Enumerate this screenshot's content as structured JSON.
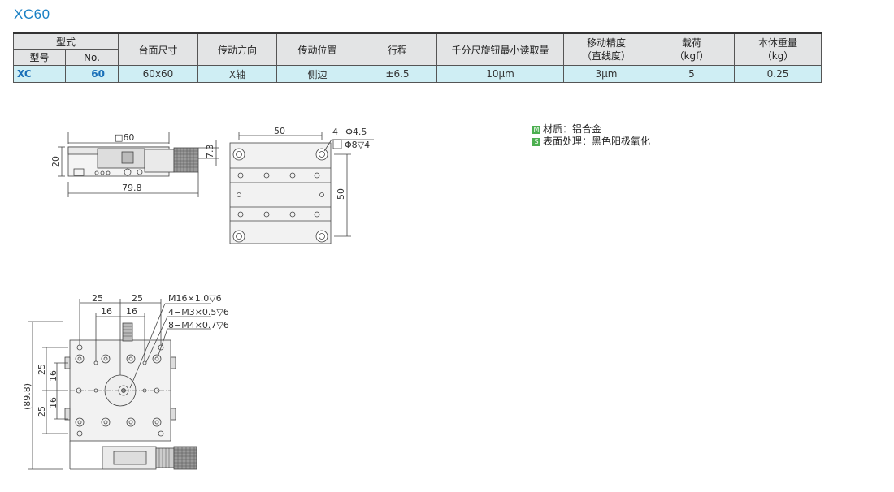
{
  "title": "XC60",
  "table": {
    "header_group": "型式",
    "header_model": "型号",
    "header_no": "No.",
    "columns": [
      {
        "line1": "台面尺寸"
      },
      {
        "line1": "传动方向"
      },
      {
        "line1": "传动位置"
      },
      {
        "line1": "行程"
      },
      {
        "line1": "千分尺旋钮最小读取量"
      },
      {
        "line1": "移动精度",
        "line2": "（直线度）"
      },
      {
        "line1": "载荷",
        "line2": "（kgf）"
      },
      {
        "line1": "本体重量",
        "line2": "（kg）"
      }
    ],
    "row": {
      "model": "XC",
      "no": "60",
      "values": [
        "60x60",
        "X轴",
        "侧边",
        "±6.5",
        "10μm",
        "3μm",
        "5",
        "0.25"
      ]
    }
  },
  "notes": [
    {
      "badge": "M",
      "text": "材质：铝合金"
    },
    {
      "badge": "S",
      "text": "表面处理：黑色阳极氧化"
    }
  ],
  "dims": {
    "side": {
      "square": "□60",
      "height": "20",
      "thickness": "7.3",
      "length": "79.8"
    },
    "bottom": {
      "width": "50",
      "holes": "4−Φ4.5",
      "counterbore": "Φ8▽4",
      "height": "50"
    },
    "top": {
      "w25a": "25",
      "w25b": "25",
      "w16a": "16",
      "w16b": "16",
      "thread1": "M16×1.0▽6",
      "thread2": "4−M3×0.5▽6",
      "thread3": "8−M4×0.7▽6",
      "h25a": "25",
      "h16a": "16",
      "h16b": "16",
      "h25b": "25",
      "total": "(89.8)"
    }
  },
  "colors": {
    "accent": "#1a80c4",
    "table_header": "#e3e4e5",
    "table_row": "#cfeef4",
    "badge": "#4caf50"
  }
}
